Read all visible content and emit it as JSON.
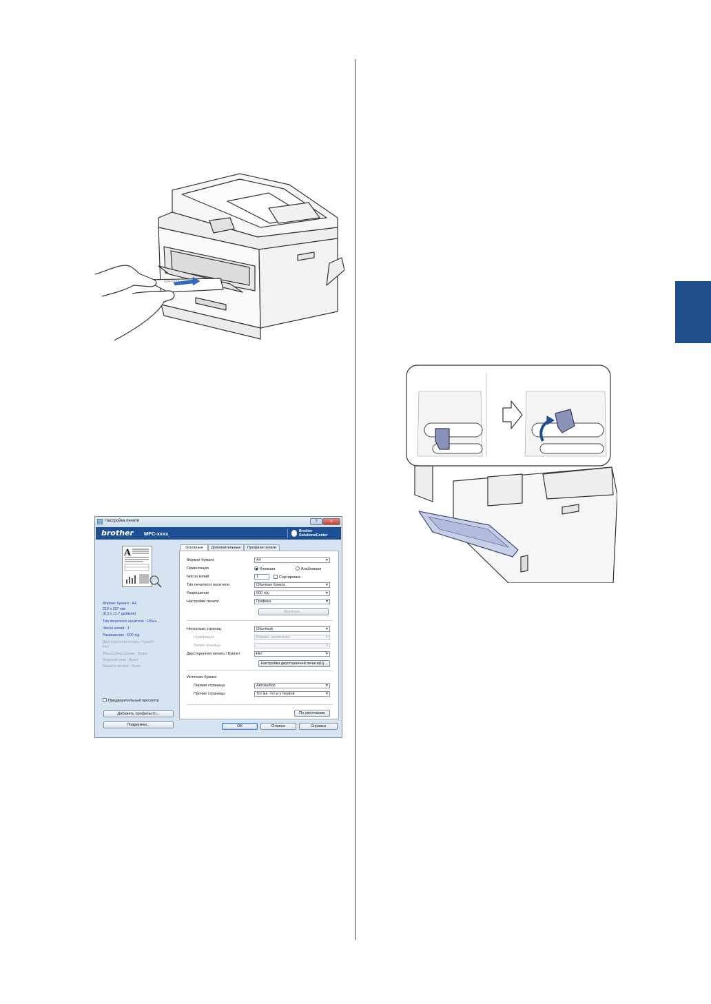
{
  "colors": {
    "accent": "#1f4e8c",
    "brand_banner": "#1d4f95"
  },
  "printer_illustration": {
    "envelope_text": "XXX-XXXX"
  },
  "dialog": {
    "title": "Настройка печати",
    "help_button": "?",
    "close_button": "x",
    "brand": "brother",
    "model": "MFC-xxxx",
    "solutions_label": "Brother\nSolutionsCenter",
    "preview_info": {
      "paper_size": "Формат бумаги : A4",
      "size_mm": "210 x 297 мм",
      "size_in": "(8.3 x 11.7 дюймов)",
      "media_type": "Тип печатного носителя : Обыч...",
      "copies": "Число копий : 1",
      "resolution": "Разрешение : 600 т/д",
      "duplex": "Двусторонняя печать / Буклет :",
      "duplex_value": "Нет",
      "scaling": "Масштабирование : Выкл.",
      "watermark": "Водяной знак : Выкл.",
      "secure_print": "Защита печати : Выкл."
    },
    "preview_checkbox": "Предварительный просмотр",
    "add_profile_button": "Добавить профиль(X)...",
    "support_button": "Поддержка...",
    "tabs": [
      "Основные",
      "Дополнительные",
      "Профили печати"
    ],
    "basic": {
      "paper_size_label": "Формат бумаги",
      "paper_size_value": "A4",
      "orientation_label": "Ориентация",
      "orientation_portrait": "Книжная",
      "orientation_landscape": "Альбомная",
      "copies_label": "Число копий",
      "copies_value": "1",
      "collate_label": "Сортировка",
      "media_type_label": "Тип печатного носителя",
      "media_type_value": "Обычная бумага",
      "resolution_label": "Разрешение",
      "resolution_value": "600 т/д",
      "print_settings_label": "Настройки печати",
      "print_settings_value": "Графика",
      "manual_button": "Вручную...",
      "multiple_page_label": "Несколько страниц",
      "multiple_page_value": "Обычный",
      "page_order_label": "Нумерация",
      "page_order_value": "Вправо, затем вниз",
      "border_line_label": "Линия границы",
      "border_line_value": "",
      "duplex_label": "Двусторонняя печать / Буклет",
      "duplex_value": "Нет",
      "duplex_settings_button": "Настройки двусторонней печати(U)...",
      "paper_source_label": "Источник бумаги",
      "first_page_label": "Первая страница",
      "first_page_value": "Автовыбор",
      "other_pages_label": "Прочие страницы",
      "other_pages_value": "Тот же, что и у первой",
      "default_button": "По умолчанию"
    },
    "ok_button": "OK",
    "cancel_button": "Отмена",
    "help_footer_button": "Справка"
  }
}
